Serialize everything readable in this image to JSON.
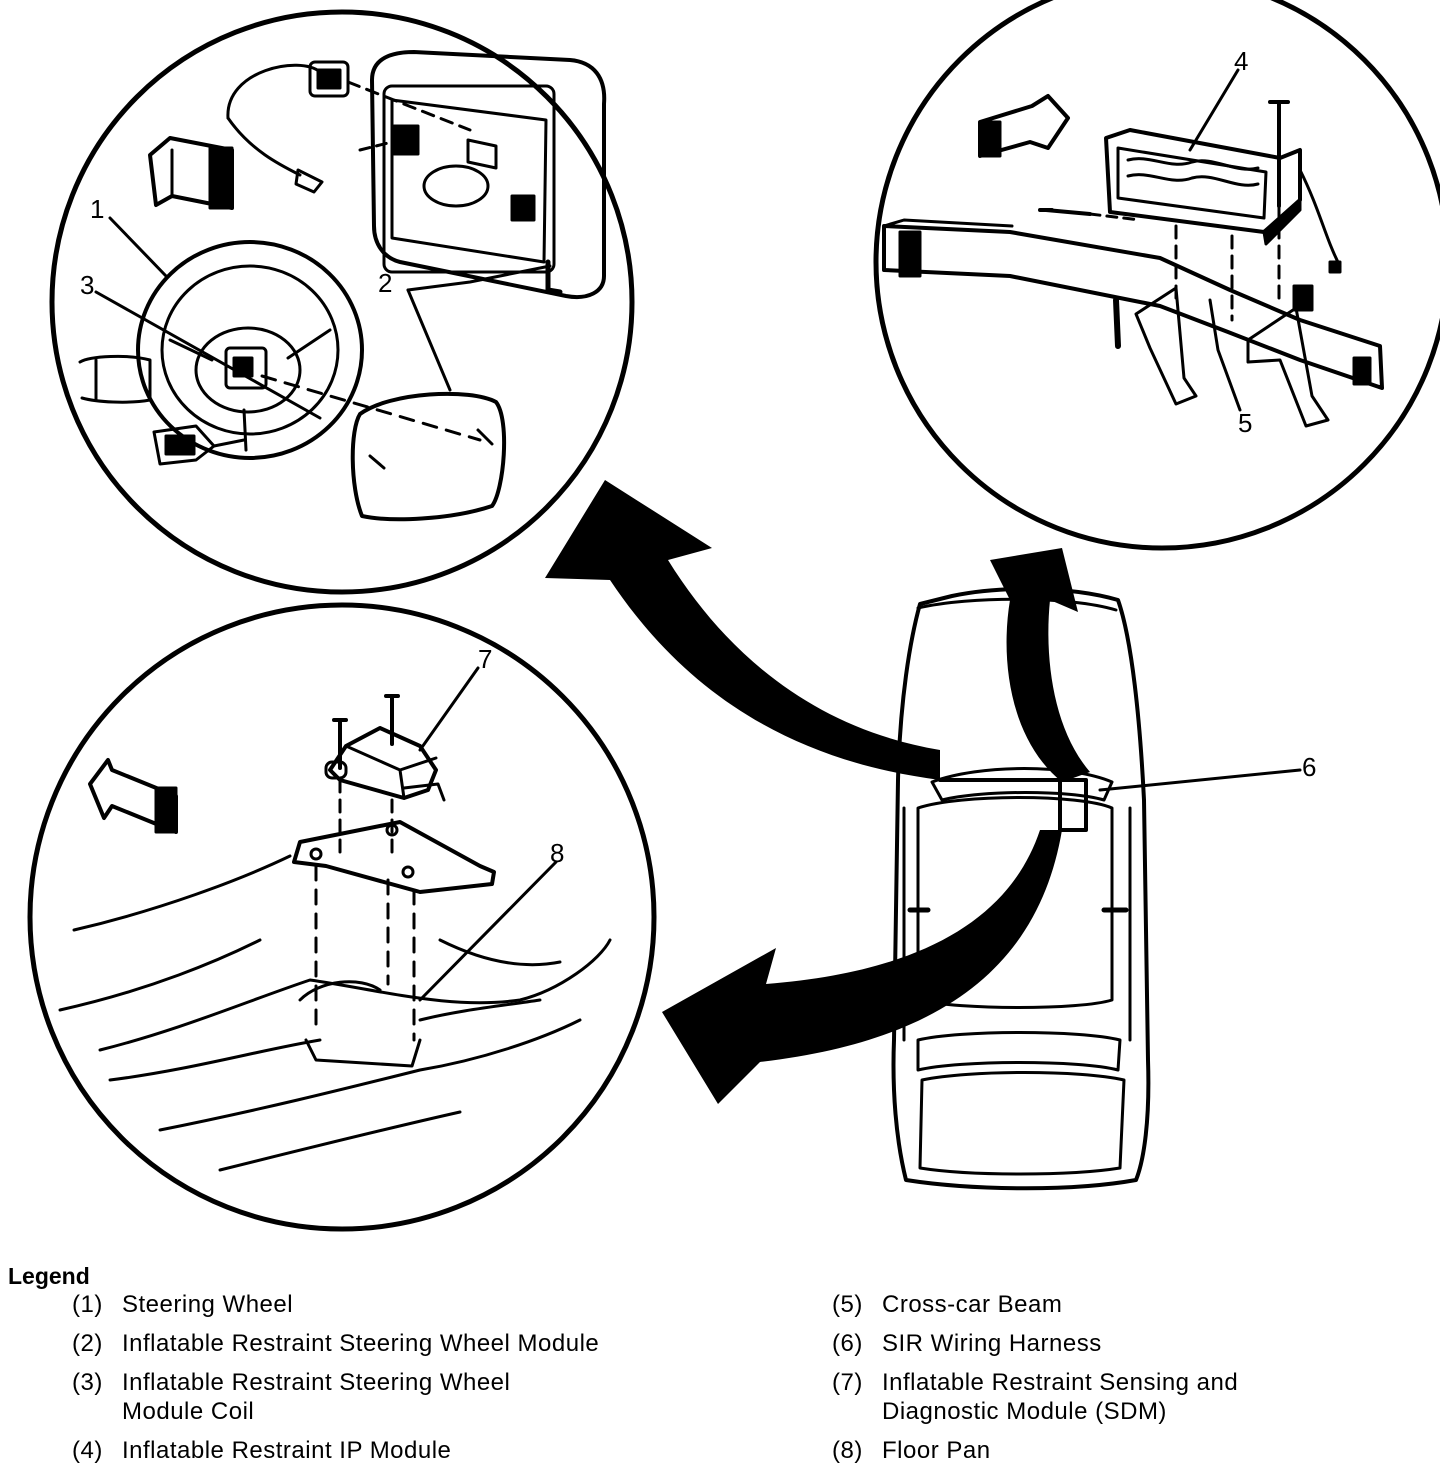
{
  "callouts": {
    "c1": "1",
    "c2": "2",
    "c3": "3",
    "c4": "4",
    "c5": "5",
    "c6": "6",
    "c7": "7",
    "c8": "8"
  },
  "legend": {
    "title": "Legend",
    "items": [
      {
        "num": "(1)",
        "text": "Steering Wheel"
      },
      {
        "num": "(2)",
        "text": "Inflatable Restraint Steering Wheel Module"
      },
      {
        "num": "(3)",
        "text": "Inflatable Restraint Steering Wheel Module Coil"
      },
      {
        "num": "(4)",
        "text": "Inflatable Restraint IP Module"
      },
      {
        "num": "(5)",
        "text": "Cross-car Beam"
      },
      {
        "num": "(6)",
        "text": "SIR Wiring Harness"
      },
      {
        "num": "(7)",
        "text": "Inflatable Restraint Sensing and Diagnostic Module (SDM)"
      },
      {
        "num": "(8)",
        "text": "Floor Pan"
      }
    ]
  }
}
